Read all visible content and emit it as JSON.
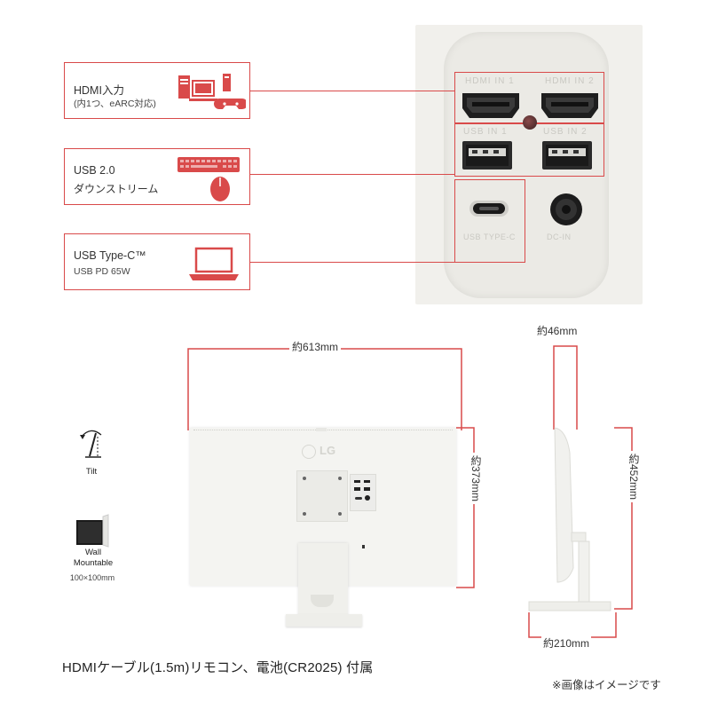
{
  "callouts": {
    "hdmi": {
      "title": "HDMI入力",
      "sub": "(内1つ、eARC対応)"
    },
    "usb": {
      "title": "USB 2.0",
      "sub": "ダウンストリーム"
    },
    "typec": {
      "title": "USB Type-C™",
      "sub": "USB PD 65W"
    }
  },
  "ports": {
    "hdmi1": "HDMI IN 1",
    "hdmi2": "HDMI IN 2",
    "usb1": "USB IN 1",
    "usb2": "USB IN 2",
    "typec": "USB TYPE-C",
    "dcin": "DC-IN"
  },
  "dimensions": {
    "width": "約613mm",
    "height": "約373mm",
    "depth": "約46mm",
    "total_height": "約452mm",
    "stand_depth": "約210mm"
  },
  "features": {
    "tilt": "Tilt",
    "wall_line1": "Wall",
    "wall_line2": "Mountable",
    "vesa": "100×100mm"
  },
  "brand": "LG",
  "caption": "HDMIケーブル(1.5m)リモコン、電池(CR2025) 付属",
  "note": "※画像はイメージです",
  "colors": {
    "accent": "#d94a4a",
    "panel": "#f2f2ef",
    "monitor": "#f5f5f2"
  }
}
